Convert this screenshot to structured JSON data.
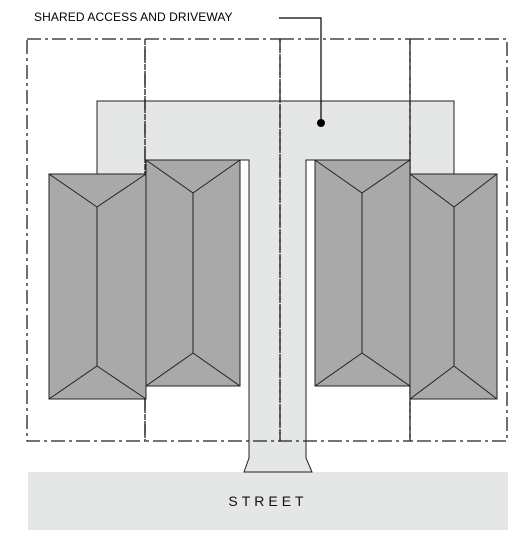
{
  "callout": {
    "label": "SHARED ACCESS AND DRIVEWAY"
  },
  "street": {
    "label": "STREET"
  },
  "colors": {
    "roof": "#a9a9a9",
    "driveway": "#e5e6e6",
    "street": "#e5e6e6",
    "lines": "#000000"
  },
  "lots": {
    "count": 4
  },
  "houses": {
    "count": 4
  }
}
